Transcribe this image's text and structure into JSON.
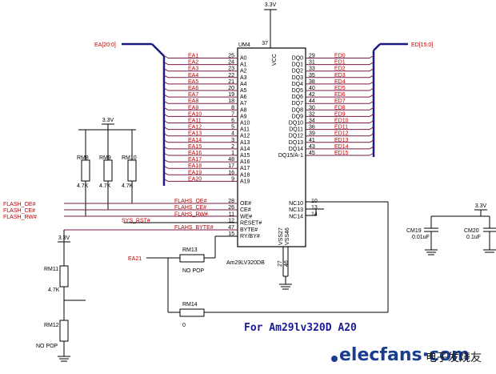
{
  "vcc_top": "3.3V",
  "vcc_pin": "37",
  "vcc_label": "VCC",
  "ea_bus": "EA[20:0]",
  "ed_bus": "ED[15:0]",
  "chip_ref": "UM4",
  "chip_part": "Am29LV320DB",
  "left_pins": [
    {
      "net": "EA1",
      "num": "25",
      "name": "A0"
    },
    {
      "net": "EA2",
      "num": "24",
      "name": "A1"
    },
    {
      "net": "EA3",
      "num": "23",
      "name": "A2"
    },
    {
      "net": "EA4",
      "num": "22",
      "name": "A3"
    },
    {
      "net": "EA5",
      "num": "21",
      "name": "A4"
    },
    {
      "net": "EA6",
      "num": "20",
      "name": "A5"
    },
    {
      "net": "EA7",
      "num": "19",
      "name": "A6"
    },
    {
      "net": "EA8",
      "num": "18",
      "name": "A7"
    },
    {
      "net": "EA9",
      "num": "8",
      "name": "A8"
    },
    {
      "net": "EA10",
      "num": "7",
      "name": "A9"
    },
    {
      "net": "EA11",
      "num": "6",
      "name": "A10"
    },
    {
      "net": "EA12",
      "num": "5",
      "name": "A11"
    },
    {
      "net": "EA13",
      "num": "4",
      "name": "A12"
    },
    {
      "net": "EA14",
      "num": "3",
      "name": "A13"
    },
    {
      "net": "EA15",
      "num": "2",
      "name": "A14"
    },
    {
      "net": "EA16",
      "num": "1",
      "name": "A15"
    },
    {
      "net": "EA17",
      "num": "48",
      "name": "A16"
    },
    {
      "net": "EA18",
      "num": "17",
      "name": "A17"
    },
    {
      "net": "EA19",
      "num": "16",
      "name": "A18"
    },
    {
      "net": "EA20",
      "num": "9",
      "name": "A19"
    }
  ],
  "right_pins": [
    {
      "net": "ED0",
      "num": "29",
      "name": "DQ0"
    },
    {
      "net": "ED1",
      "num": "31",
      "name": "DQ1"
    },
    {
      "net": "ED2",
      "num": "33",
      "name": "DQ2"
    },
    {
      "net": "ED3",
      "num": "35",
      "name": "DQ3"
    },
    {
      "net": "ED4",
      "num": "38",
      "name": "DQ4"
    },
    {
      "net": "ED5",
      "num": "40",
      "name": "DQ5"
    },
    {
      "net": "ED6",
      "num": "42",
      "name": "DQ6"
    },
    {
      "net": "ED7",
      "num": "44",
      "name": "DQ7"
    },
    {
      "net": "ED8",
      "num": "30",
      "name": "DQ8"
    },
    {
      "net": "ED9",
      "num": "32",
      "name": "DQ9"
    },
    {
      "net": "ED10",
      "num": "34",
      "name": "DQ10"
    },
    {
      "net": "ED11",
      "num": "36",
      "name": "DQ11"
    },
    {
      "net": "ED12",
      "num": "39",
      "name": "DQ12"
    },
    {
      "net": "ED13",
      "num": "41",
      "name": "DQ13"
    },
    {
      "net": "ED14",
      "num": "43",
      "name": "DQ14"
    },
    {
      "net": "ED15",
      "num": "45",
      "name": "DQ15/A-1"
    }
  ],
  "ctrl_pins": [
    {
      "net": "FLAHS_OE#",
      "num": "28",
      "name": "OE#"
    },
    {
      "net": "FLAHS_CE#",
      "num": "26",
      "name": "CE#"
    },
    {
      "net": "FLAHS_RW#",
      "num": "11",
      "name": "WE#"
    },
    {
      "net": "SYS_RST#",
      "num": "12",
      "name": "RESET#"
    },
    {
      "net": "FLAHS_BYTE#",
      "num": "47",
      "name": "BYTE#"
    },
    {
      "net": "",
      "num": "15",
      "name": "RY/BY#"
    }
  ],
  "nc_pins": [
    {
      "num": "10",
      "name": "NC10"
    },
    {
      "num": "13",
      "name": "NC13"
    },
    {
      "num": "14",
      "name": "NC14"
    }
  ],
  "vss_pins": [
    {
      "num": "27",
      "name": "VSS27"
    },
    {
      "num": "46",
      "name": "VSS46"
    }
  ],
  "flash_nets": [
    "FLASH_OE#",
    "FLASH_CE#",
    "FLASH_RW#"
  ],
  "pullup_vcc": "3.3V",
  "pullups": [
    {
      "ref": "RM8",
      "value": "4.7K"
    },
    {
      "ref": "RM9",
      "value": "4.7K"
    },
    {
      "ref": "RM10",
      "value": "4.7K"
    }
  ],
  "rm11": {
    "ref": "RM11",
    "value": "4.7K"
  },
  "rm12": {
    "ref": "RM12",
    "value": "NO POP"
  },
  "rm13": {
    "ref": "RM13",
    "value": "NO POP"
  },
  "rm14": {
    "ref": "RM14",
    "value": "0"
  },
  "ea21_net": "EA21",
  "left_vcc": "3.3V",
  "caps_vcc": "3.3V",
  "cm19": {
    "ref": "CM19",
    "value": "0.01uF"
  },
  "cm20": {
    "ref": "CM20",
    "value": "0.1uF"
  },
  "caption": "For Am29lv320D A20",
  "watermark_logo": "elecfans·com",
  "watermark_cn": "电子发烧友"
}
